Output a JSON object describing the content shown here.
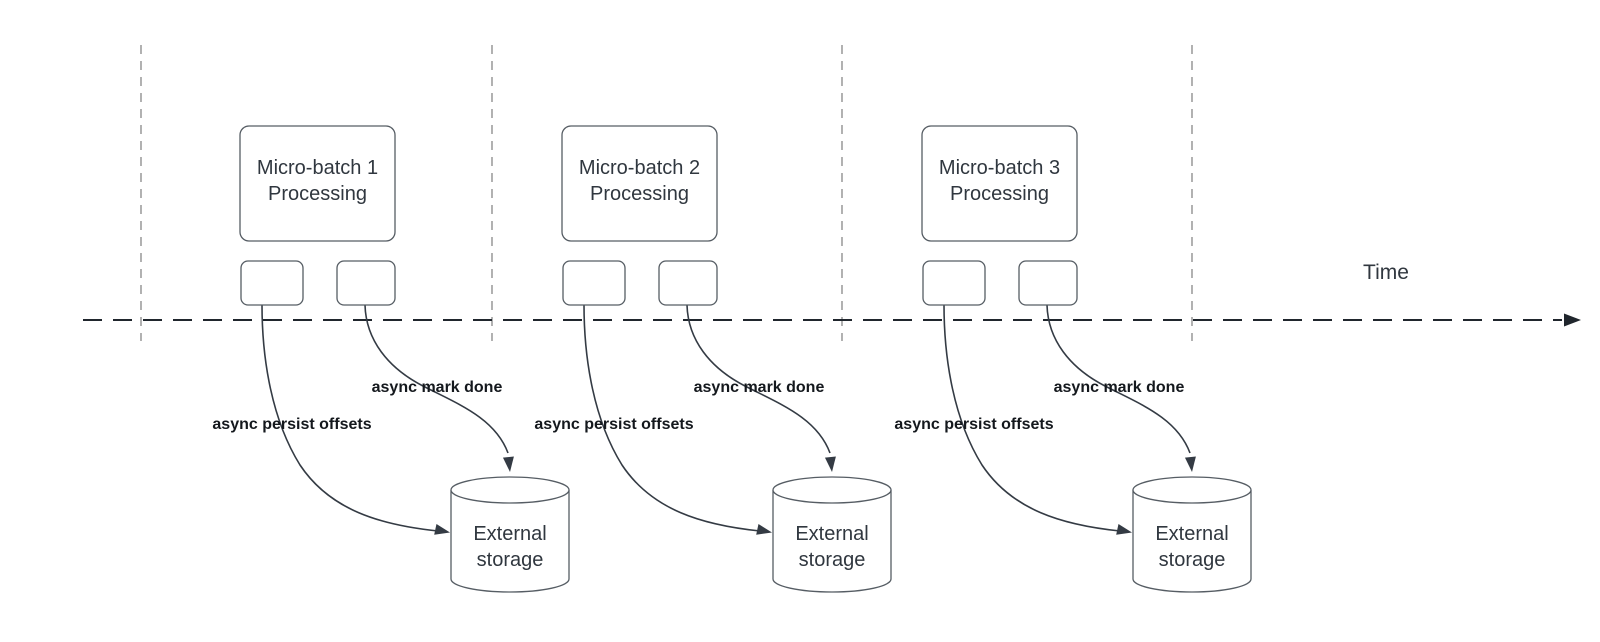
{
  "timeline": {
    "label": "Time"
  },
  "groups": [
    {
      "box_label_line1": "Micro-batch 1",
      "box_label_line2": "Processing",
      "persist_arrow_label": "async persist offsets",
      "done_arrow_label": "async mark done",
      "storage_label_line1": "External",
      "storage_label_line2": "storage"
    },
    {
      "box_label_line1": "Micro-batch 2",
      "box_label_line2": "Processing",
      "persist_arrow_label": "async persist offsets",
      "done_arrow_label": "async mark done",
      "storage_label_line1": "External",
      "storage_label_line2": "storage"
    },
    {
      "box_label_line1": "Micro-batch 3",
      "box_label_line2": "Processing",
      "persist_arrow_label": "async persist offsets",
      "done_arrow_label": "async mark done",
      "storage_label_line1": "External",
      "storage_label_line2": "storage"
    }
  ],
  "colors": {
    "background": "#ffffff",
    "shape_fill": "#ffffff",
    "shape_stroke": "#565d64",
    "shape_text": "#30373f",
    "bold_label_text": "#14181d",
    "connector": "#343b44",
    "timeline_line": "#20262d",
    "gridline": "#a9a9a9"
  }
}
